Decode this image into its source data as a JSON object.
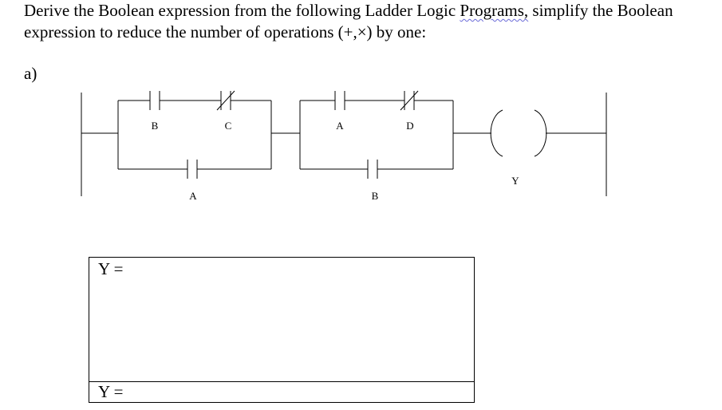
{
  "question": {
    "line1_before": "Derive the Boolean expression from the following Ladder Logic ",
    "line1_flagged": "Programs,",
    "line1_after": " simplify the Boolean",
    "line2": "expression to reduce the number of operations (+,×) by one:"
  },
  "part_label": "a)",
  "ladder": {
    "contacts": {
      "b_top": "B",
      "c_top": "C",
      "a_bottom1": "A",
      "a_top2": "A",
      "d_top2": "D",
      "b_bottom2": "B"
    },
    "coil": "Y"
  },
  "answers": {
    "box1_prefix": "Y =",
    "box2_prefix": "Y ="
  }
}
